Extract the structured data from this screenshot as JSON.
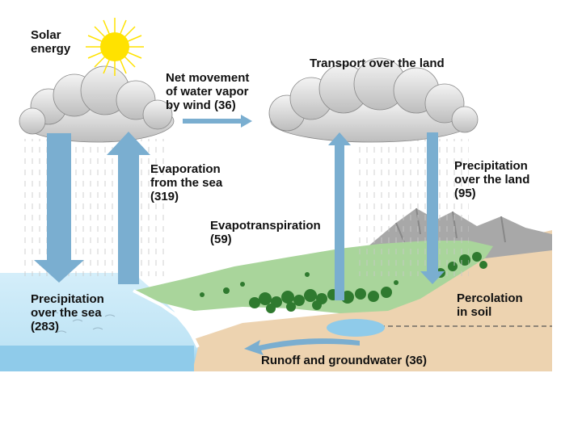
{
  "labels": {
    "solar_energy": {
      "line1": "Solar",
      "line2": "energy"
    },
    "transport_over_land": {
      "line1": "Transport over the land"
    },
    "net_movement": {
      "line1": "Net movement",
      "line2": "of water vapor",
      "line3": "by wind",
      "value": "(36)"
    },
    "evaporation_sea": {
      "line1": "Evaporation",
      "line2": "from the sea",
      "value": "(319)"
    },
    "precipitation_land": {
      "line1": "Precipitation",
      "line2": "over the land",
      "value": "(95)"
    },
    "evapotranspiration": {
      "line1": "Evapotranspiration",
      "value": "(59)"
    },
    "precipitation_sea": {
      "line1": "Precipitation",
      "line2": "over the sea",
      "value": "(283)"
    },
    "percolation": {
      "line1": "Percolation",
      "line2": "in soil"
    },
    "runoff": {
      "line1": "Runoff and groundwater",
      "value": "(36)"
    }
  },
  "colors": {
    "arrow": "#7aaed0",
    "sea": "#bfe4f5",
    "sea_deep": "#8fcbea",
    "land_green": "#a9d59b",
    "soil": "#edd3b0",
    "mountain": "#a8a8a8",
    "cloud": "#d9d9d9",
    "sun": "#ffe200",
    "tree": "#2f7a2f"
  }
}
